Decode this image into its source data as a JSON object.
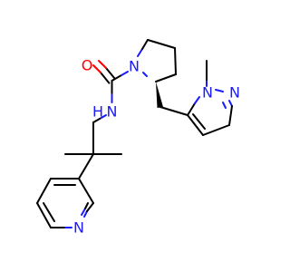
{
  "colors": {
    "bond": "#000000",
    "nitrogen": "#1a1aff",
    "oxygen": "#ff0000",
    "background": "#ffffff"
  },
  "atoms": {
    "oxygen": "O",
    "amide_n": "N",
    "amide_h": "H",
    "pyrrolidine_n": "N",
    "pyrazole_n1": "N",
    "pyrazole_n2": "N",
    "pyridine_n": "N"
  }
}
